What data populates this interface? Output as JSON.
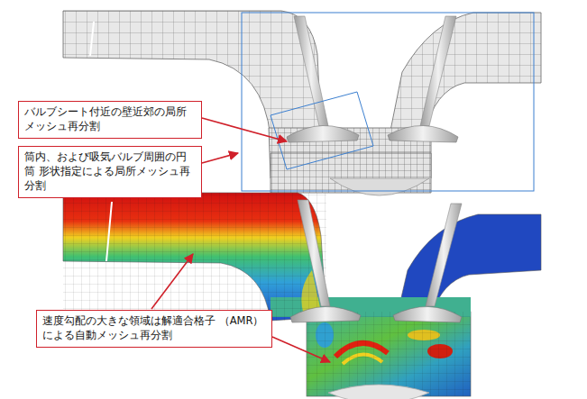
{
  "diagram": {
    "nodes": [
      {
        "text": [
          "バルブシート付近の壁近郊の局所 メッシュ再分割"
        ]
      },
      {
        "text": [
          "筒内、および吸気バルブ周囲の円筒 形状指定による局所メッシュ再分割"
        ]
      },
      {
        "text": [
          "速度勾配の大きな領域は解適合格子 （AMR）による自動メッシュ再分割"
        ]
      }
    ]
  }
}
